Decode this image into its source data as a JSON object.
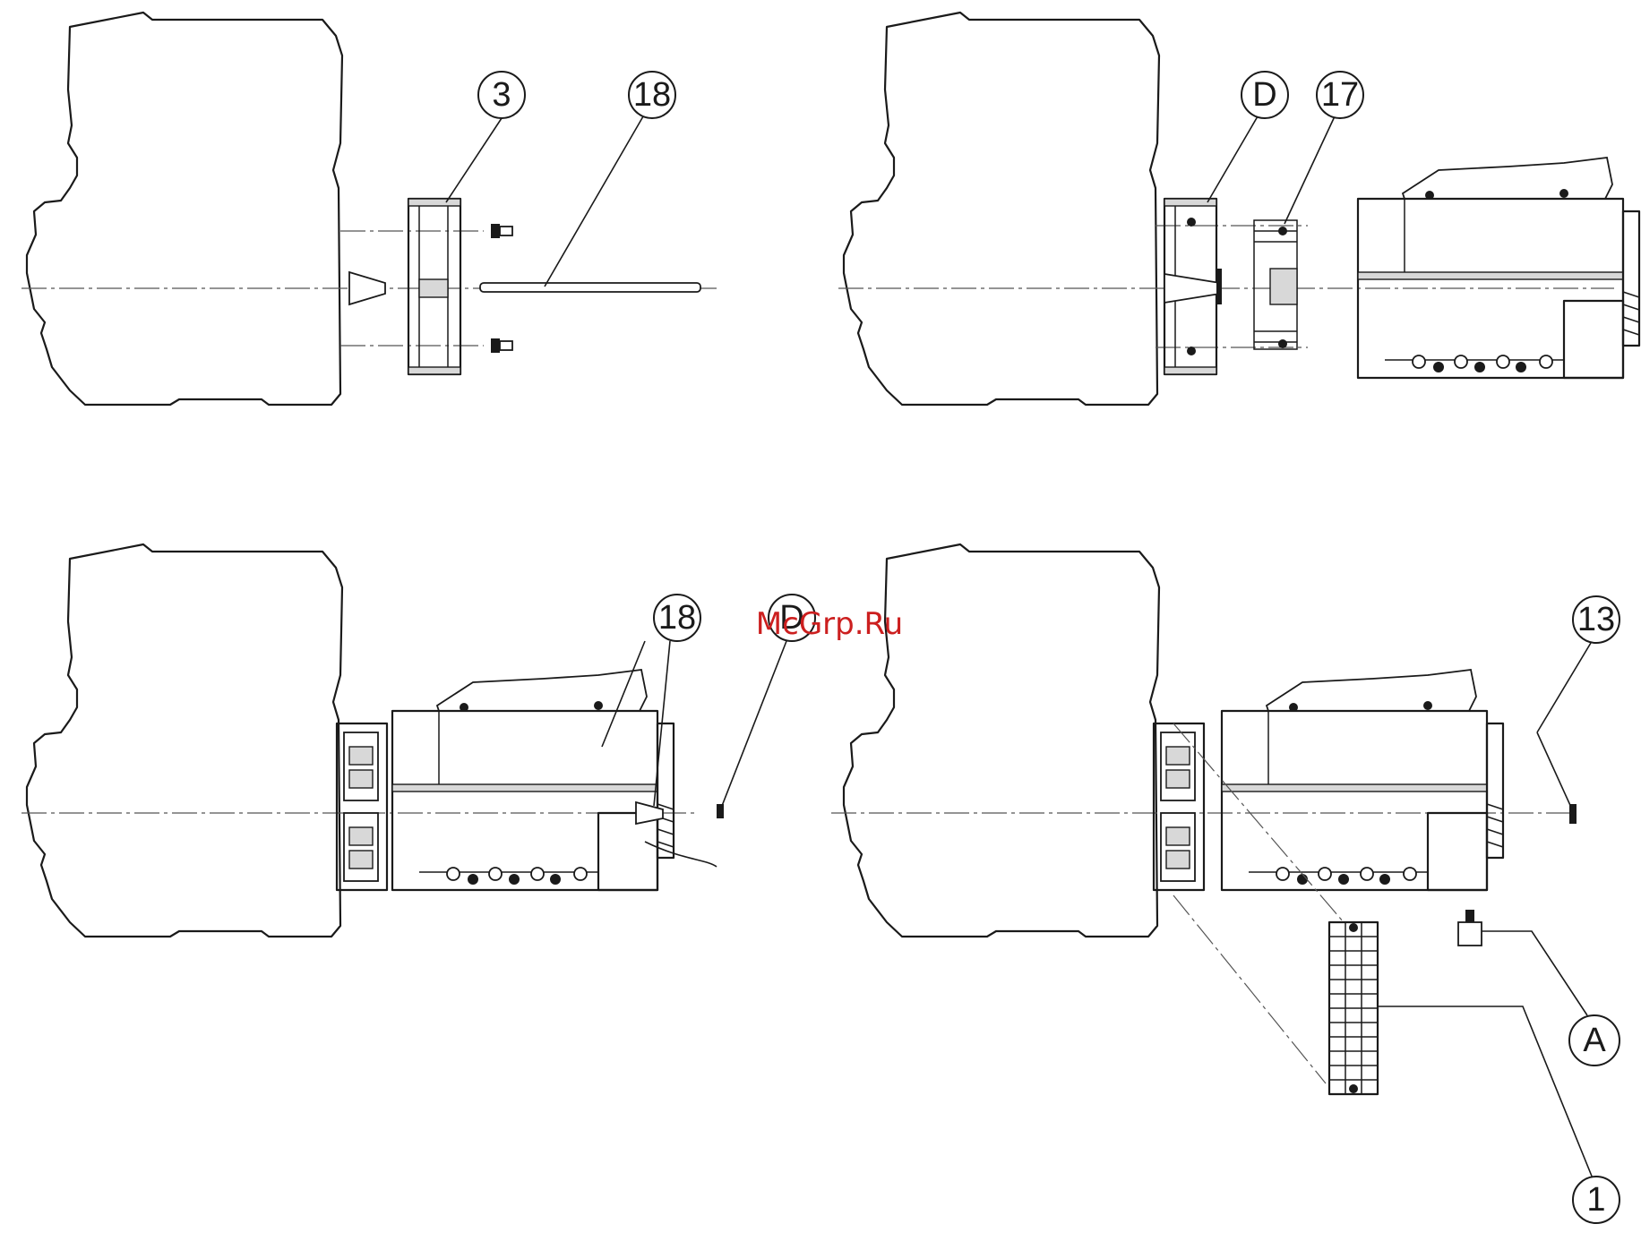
{
  "watermark": "McGrp.Ru",
  "callouts": {
    "v1_part": "3",
    "v1_rod": "18",
    "v2_part": "D",
    "v2_adapter": "17",
    "v3_rod": "18",
    "v3_part": "D",
    "v4_bolt": "13",
    "v4_part": "A",
    "v4_terminal": "1"
  }
}
